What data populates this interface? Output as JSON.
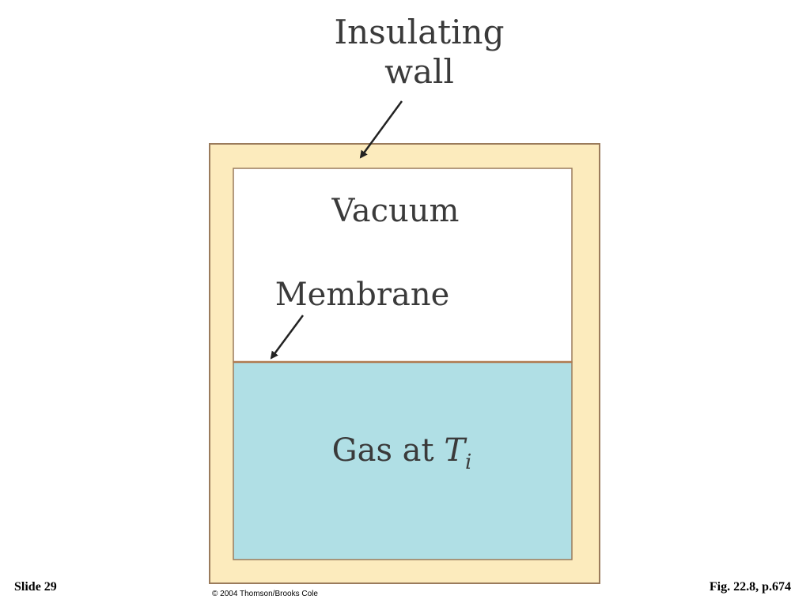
{
  "diagram": {
    "wall_label_line1": "Insulating",
    "wall_label_line2": "wall",
    "vacuum_label": "Vacuum",
    "membrane_label": "Membrane",
    "gas_label_prefix": "Gas at ",
    "gas_label_var": "T",
    "gas_label_sub": "i",
    "colors": {
      "wall_fill": "#fcebbd",
      "wall_border": "#9a7b5c",
      "gas_fill": "#b0dfe5",
      "vacuum_fill": "#ffffff",
      "membrane": "#b07a50",
      "arrow": "#222222"
    }
  },
  "footer": {
    "slide": "Slide 29",
    "copyright": "© 2004 Thomson/Brooks Cole",
    "figure_ref": "Fig. 22.8, p.674"
  }
}
